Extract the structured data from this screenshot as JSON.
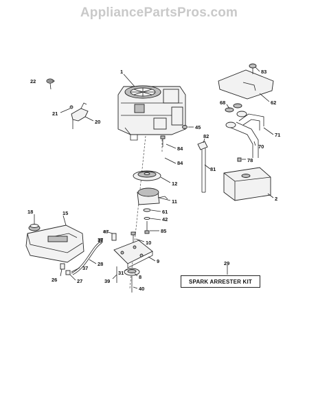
{
  "watermark": "AppliancePartsPros.com",
  "kit_label": "SPARK ARRESTER KIT",
  "callouts": {
    "c1": "1",
    "c2": "2",
    "c8": "8",
    "c9": "9",
    "c10": "10",
    "c11": "11",
    "c12": "12",
    "c15": "15",
    "c18": "18",
    "c20": "20",
    "c21": "21",
    "c22": "22",
    "c26": "26",
    "c27": "27",
    "c28": "28",
    "c29": "29",
    "c31": "31",
    "c37a": "37",
    "c37b": "37",
    "c39": "39",
    "c40": "40",
    "c42": "42",
    "c45": "45",
    "c47": "47",
    "c61": "61",
    "c62": "62",
    "c68": "68",
    "c70": "70",
    "c71": "71",
    "c78": "78",
    "c81": "81",
    "c82": "82",
    "c83": "83",
    "c84a": "84",
    "c84b": "84",
    "c85": "85"
  }
}
